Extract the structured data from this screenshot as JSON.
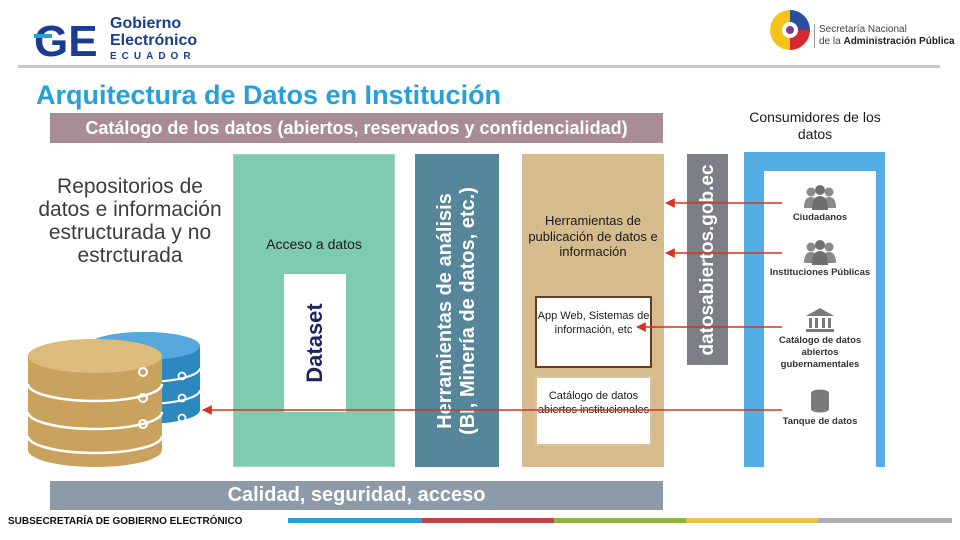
{
  "header": {
    "logo_mark": "GE",
    "logo_line1": "Gobierno",
    "logo_line2": "Electrónico",
    "logo_line3": "ECUADOR",
    "agency_line1": "Secretaría Nacional",
    "agency_line2": "de la",
    "agency_line2_bold": "Administración Pública"
  },
  "title": "Arquitectura de Datos  en Institución",
  "catalog_bar": "Catálogo de los datos (abiertos, reservados y confidencialidad)",
  "quality_bar": "Calidad, seguridad, acceso",
  "repositories": {
    "label": "Repositorios de datos e información estructurada y no estrcturada",
    "icon": "database-icon"
  },
  "access": {
    "label": "Acceso a datos",
    "dataset": "Dataset"
  },
  "analysis_tools": {
    "line1": "Herramientas de análisis",
    "line2": "(BI, Minería de datos, etc.)"
  },
  "publishing": {
    "label": "Herramientas de publicación de datos e información",
    "app_box": "App Web, Sistemas de información, etc",
    "catalog_box": "Catálogo de datos abiertos institucionales"
  },
  "portal": "datosabiertos.gob.ec",
  "consumers": {
    "title": "Consumidores de los datos",
    "items": [
      {
        "label": "Ciudadanos",
        "icon": "people-icon"
      },
      {
        "label": "Instituciones Públicas",
        "icon": "people-icon"
      },
      {
        "label": "Catálogo de datos abiertos gubernamentales",
        "icon": "institution-icon"
      },
      {
        "label": "Tanque de datos",
        "icon": "data-tank-icon"
      }
    ]
  },
  "footer": "SUBSECRETARÍA DE GOBIERNO ELECTRÓNICO",
  "colors": {
    "title": "#27a0d8",
    "catalog_bar": "#a98d95",
    "quality_bar": "#8d9aa8",
    "access_panel": "#7fcbb1",
    "analysis_panel": "#56869a",
    "publishing_panel": "#d6bc8d",
    "portal_panel": "#7d7f86",
    "consumers_panel": "#55aee3",
    "arrow": "#d6331e",
    "db_gold": "#c9a25e",
    "db_blue": "#2e88c0",
    "footer_stripes": [
      "#27a0d8",
      "#c0434b",
      "#8db443",
      "#e8c24a",
      "#b0b0b0"
    ]
  }
}
